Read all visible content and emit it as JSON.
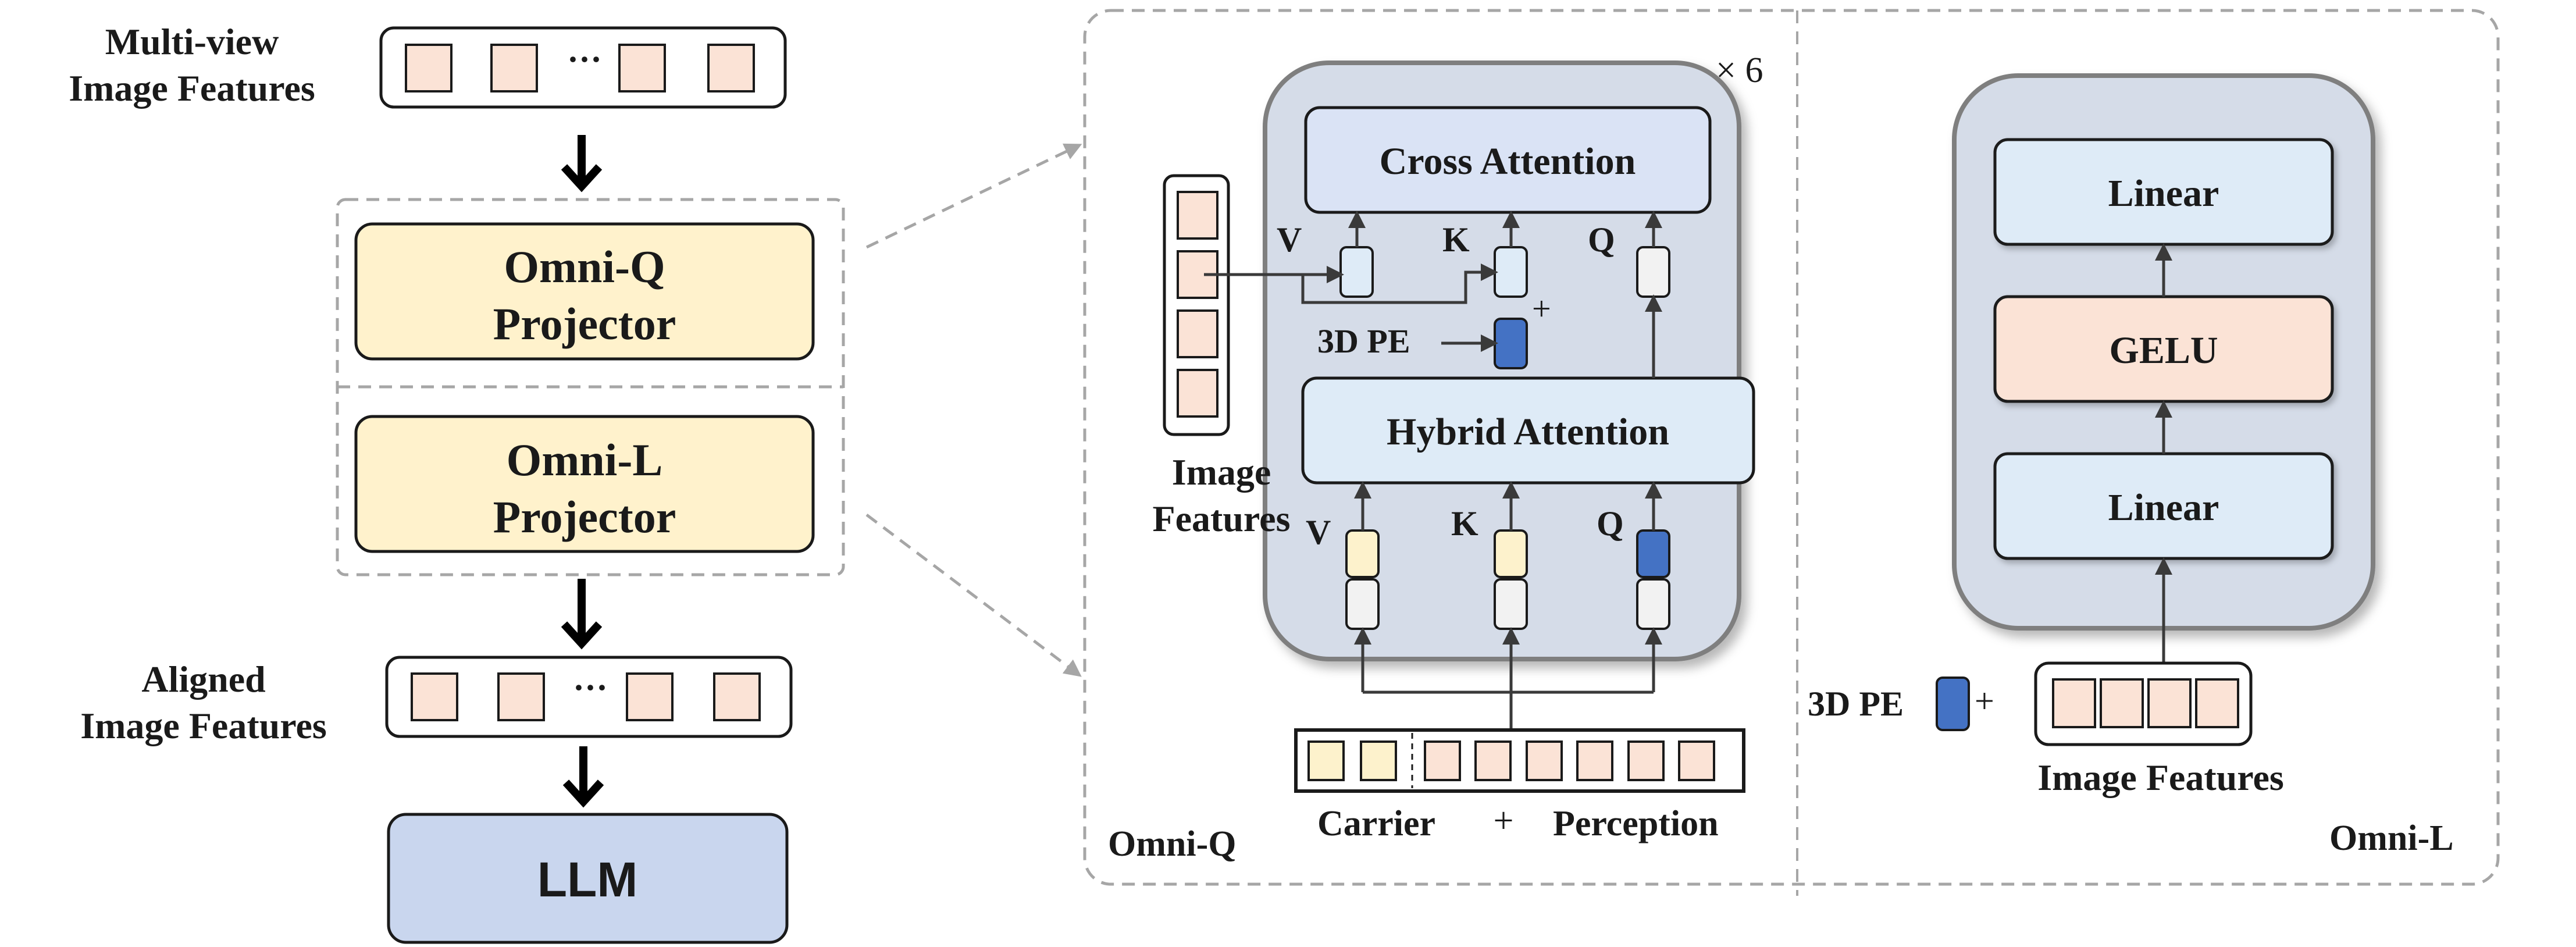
{
  "left": {
    "input_label": "Multi-view\nImage Features",
    "omni_q_box": "Omni-Q\nProjector",
    "omni_l_box": "Omni-L\nProjector",
    "aligned_label": "Aligned\nImage Features",
    "llm_box": "LLM",
    "ellipsis": "···"
  },
  "omni_q": {
    "panel_label": "Omni-Q",
    "repeat": "× 6",
    "cross_attention": "Cross Attention",
    "hybrid_attention": "Hybrid Attention",
    "image_features_label": "Image\nFeatures",
    "v_top": "V",
    "k_top": "K",
    "q_top": "Q",
    "v_bottom": "V",
    "k_bottom": "K",
    "q_bottom": "Q",
    "pe_label": "3D PE",
    "plus": "+",
    "carrier": "Carrier",
    "plus_mid": "+",
    "perception": "Perception"
  },
  "omni_l": {
    "panel_label": "Omni-L",
    "linear_top": "Linear",
    "gelu": "GELU",
    "linear_bottom": "Linear",
    "pe_label": "3D PE",
    "plus": "+",
    "image_features_label": "Image Features"
  },
  "colors": {
    "token_peach": "#fbe3d6",
    "token_yellow": "#fdf2cc",
    "token_gray": "#f2f2f2",
    "token_blue": "#4472c4",
    "projector_fill": "#fff2cc",
    "llm_fill": "#c9d6ee",
    "panel_fill": "#d5dce8",
    "cross_attn_fill": "#dae3f5",
    "block_fill": "#deebf7",
    "gelu_fill": "#fbe3d6"
  }
}
